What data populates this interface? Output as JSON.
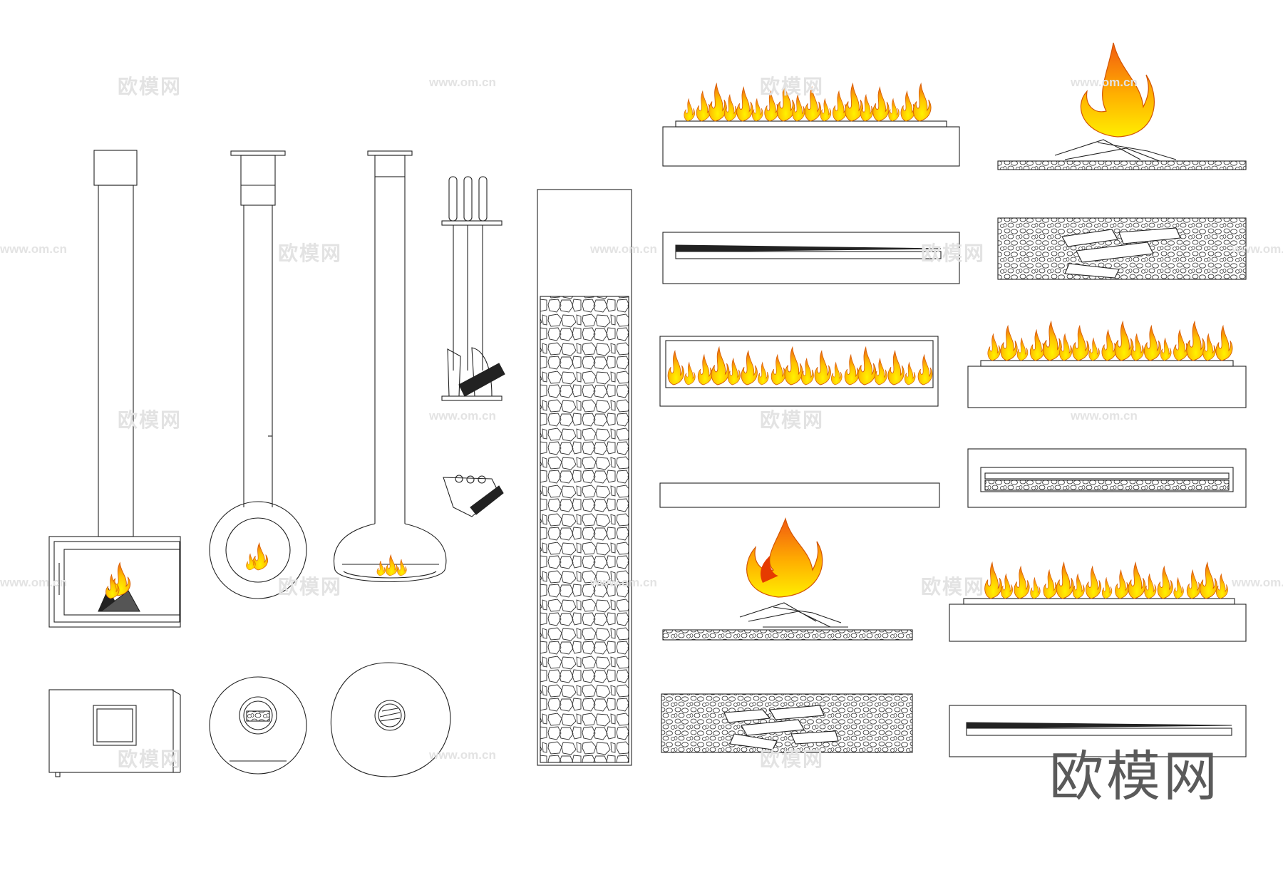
{
  "brand": {
    "logo_text": "欧模网",
    "watermark_text": "欧模网",
    "watermark_url": "www.om.cn"
  },
  "colors": {
    "line": "#222222",
    "flame_outer": "#f08a1c",
    "flame_inner": "#ffe600",
    "flame_mid": "#ffb400",
    "watermark": "#e3e3e3"
  },
  "drawing": {
    "items": [
      "box-wood-stove-front",
      "suspended-round-fireplace-front",
      "suspended-dome-fireplace-front",
      "fireplace-tool-set",
      "fireplace-brush",
      "stone-column",
      "linear-burner-front-flames",
      "linear-burner-top",
      "framed-linear-burner-flames",
      "linear-burner-plain",
      "log-fire-large",
      "log-pebble-bed-top",
      "linear-burner-flames-right",
      "linear-pebble-burner-top",
      "linear-burner-flames-lower-right",
      "linear-burner-top-lower-right",
      "campfire-large-right",
      "log-pebble-bed-top-right",
      "box-stove-plan",
      "round-fireplace-plan",
      "dome-fireplace-plan"
    ]
  }
}
